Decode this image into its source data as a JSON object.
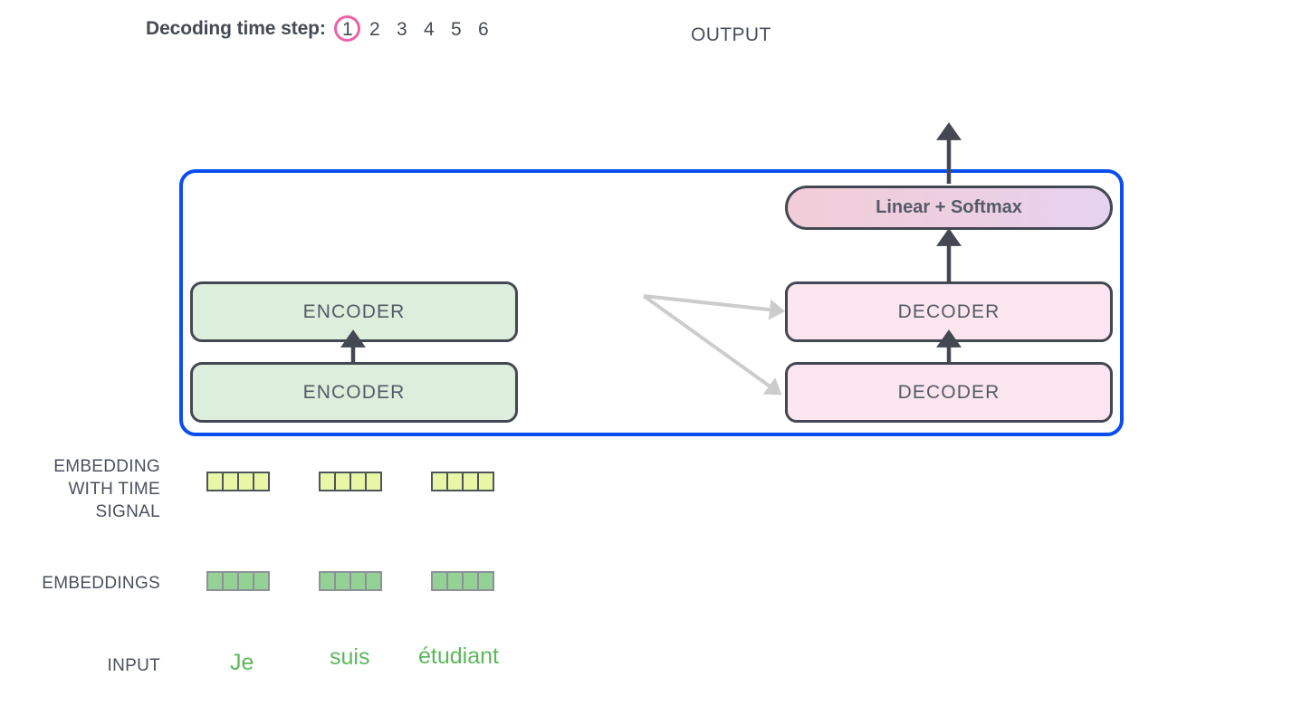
{
  "header": {
    "decoding_label": "Decoding time step:",
    "steps": [
      {
        "num": "1",
        "active": true
      },
      {
        "num": "2",
        "active": false
      },
      {
        "num": "3",
        "active": false
      },
      {
        "num": "4",
        "active": false
      },
      {
        "num": "5",
        "active": false
      },
      {
        "num": "6",
        "active": false
      }
    ],
    "output_label": "OUTPUT",
    "active_step_color": "#ee5fa7"
  },
  "model": {
    "container_border_color": "#0a4ef0",
    "linear_softmax": "Linear + Softmax",
    "encoder_top": "ENCODER",
    "encoder_bottom": "ENCODER",
    "decoder_top": "DECODER",
    "decoder_bottom": "DECODER",
    "encoder_fill": "#ddeedc",
    "decoder_fill": "#fbe6f0",
    "box_border_color": "#434852"
  },
  "rows": {
    "embedding_time_label": "EMBEDDING\nWITH TIME\nSIGNAL",
    "embeddings_label": "EMBEDDINGS",
    "input_label": "INPUT"
  },
  "vectors": {
    "time_signal_color": "#e9f6a6",
    "embeddings_color": "#93d194",
    "cells_per_group": 4,
    "groups": 3
  },
  "input_words": [
    "Je",
    "suis",
    "étudiant"
  ],
  "input_word_color": "#5cb85c",
  "arrow_color": "#434852",
  "cross_attention_arrow_color": "#cccccc"
}
